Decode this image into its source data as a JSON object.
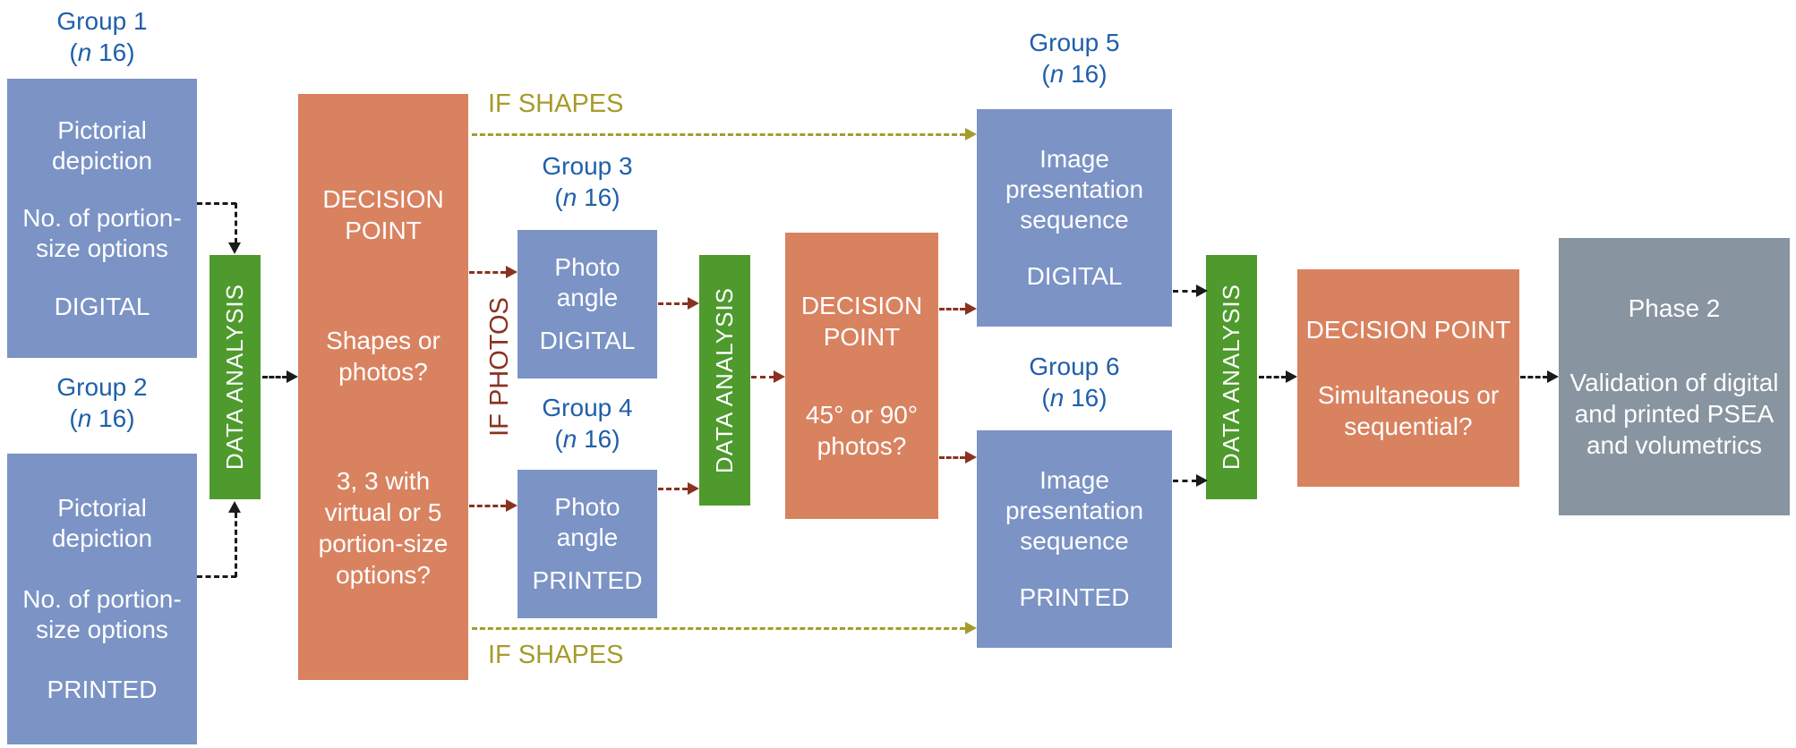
{
  "colors": {
    "group_box": "#7b93c5",
    "analysis_box": "#4e9a2d",
    "decision_box": "#d98260",
    "phase_box": "#8894a0",
    "group_label": "#1f5fa9",
    "shapes_branch": "#a69b2c",
    "photos_branch": "#8a3220",
    "connector": "#1a1a1a"
  },
  "sample_size": {
    "open": "(",
    "var": "n",
    "rest": " 16)"
  },
  "groups": [
    {
      "label": "Group 1",
      "lines": [
        "Pictorial depiction",
        "No. of portion-size options",
        "DIGITAL"
      ]
    },
    {
      "label": "Group 2",
      "lines": [
        "Pictorial depiction",
        "No. of portion-size options",
        "PRINTED"
      ]
    },
    {
      "label": "Group 3",
      "lines": [
        "Photo angle",
        "DIGITAL"
      ]
    },
    {
      "label": "Group 4",
      "lines": [
        "Photo angle",
        "PRINTED"
      ]
    },
    {
      "label": "Group 5",
      "lines": [
        "Image presentation sequence",
        "DIGITAL"
      ]
    },
    {
      "label": "Group 6",
      "lines": [
        "Image presentation sequence",
        "PRINTED"
      ]
    }
  ],
  "analysis_label": "DATA ANALYSIS",
  "decision_points": [
    {
      "title": "DECISION POINT",
      "questions": [
        "Shapes or photos?",
        "3, 3 with virtual or 5 portion-size options?"
      ]
    },
    {
      "title": "DECISION POINT",
      "questions": [
        "45° or 90° photos?"
      ]
    },
    {
      "title": "DECISION POINT",
      "questions": [
        "Simultaneous or sequential?"
      ]
    }
  ],
  "branches": {
    "if_shapes_top": "IF SHAPES",
    "if_photos": "IF PHOTOS",
    "if_shapes_bottom": "IF SHAPES"
  },
  "phase2": {
    "title": "Phase 2",
    "body": "Validation of digital and printed PSEA and volumetrics"
  }
}
